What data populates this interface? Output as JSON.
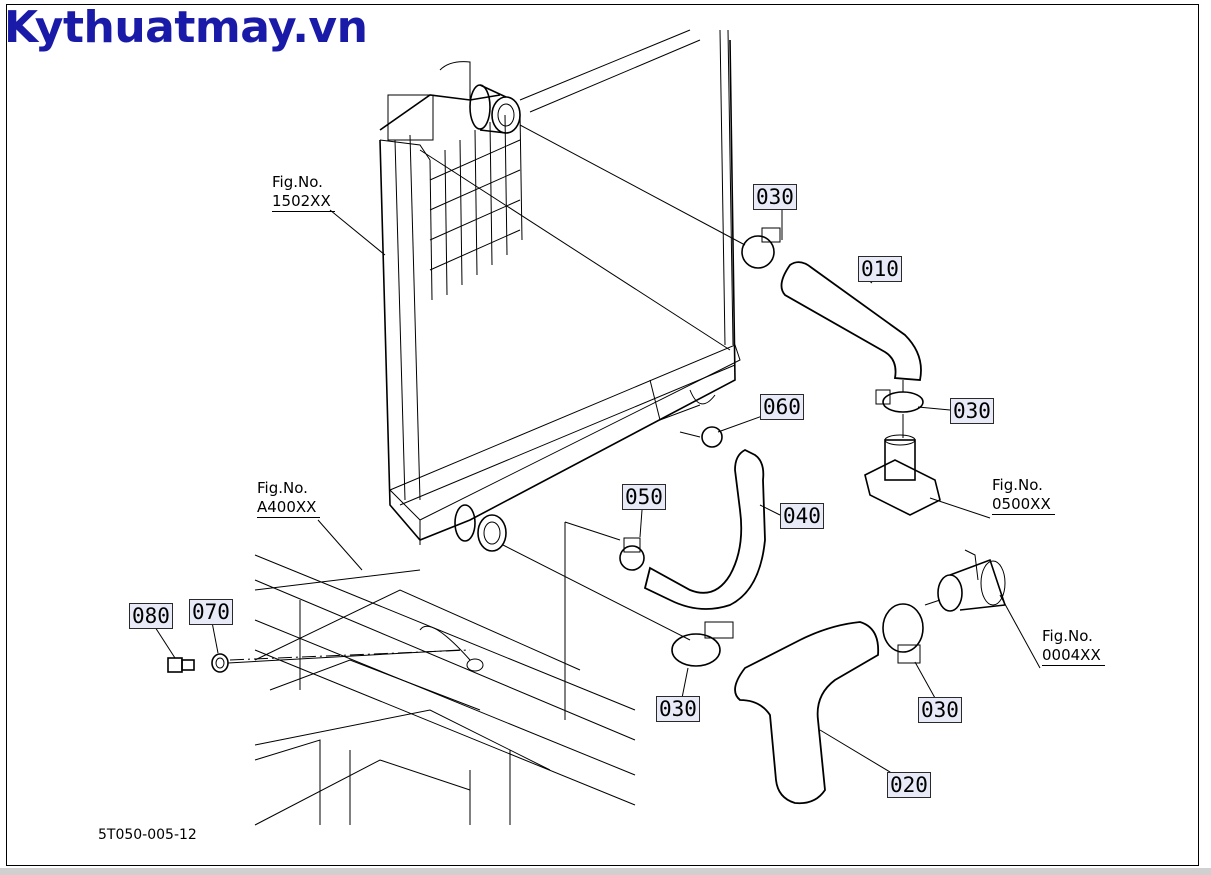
{
  "brand": "Kythuatmay.vn",
  "drawing_number": "5T050-005-12",
  "figure_refs": [
    {
      "label": "Fig.No.",
      "number": "1502XX"
    },
    {
      "label": "Fig.No.",
      "number": "A400XX"
    },
    {
      "label": "Fig.No.",
      "number": "0500XX"
    },
    {
      "label": "Fig.No.",
      "number": "0004XX"
    }
  ],
  "callouts": [
    "030",
    "010",
    "030",
    "060",
    "050",
    "040",
    "080",
    "070",
    "030",
    "030",
    "020"
  ],
  "colors": {
    "brand": "#1a1aa8",
    "callout_fill": "#e8ebf7",
    "line": "#000000"
  }
}
